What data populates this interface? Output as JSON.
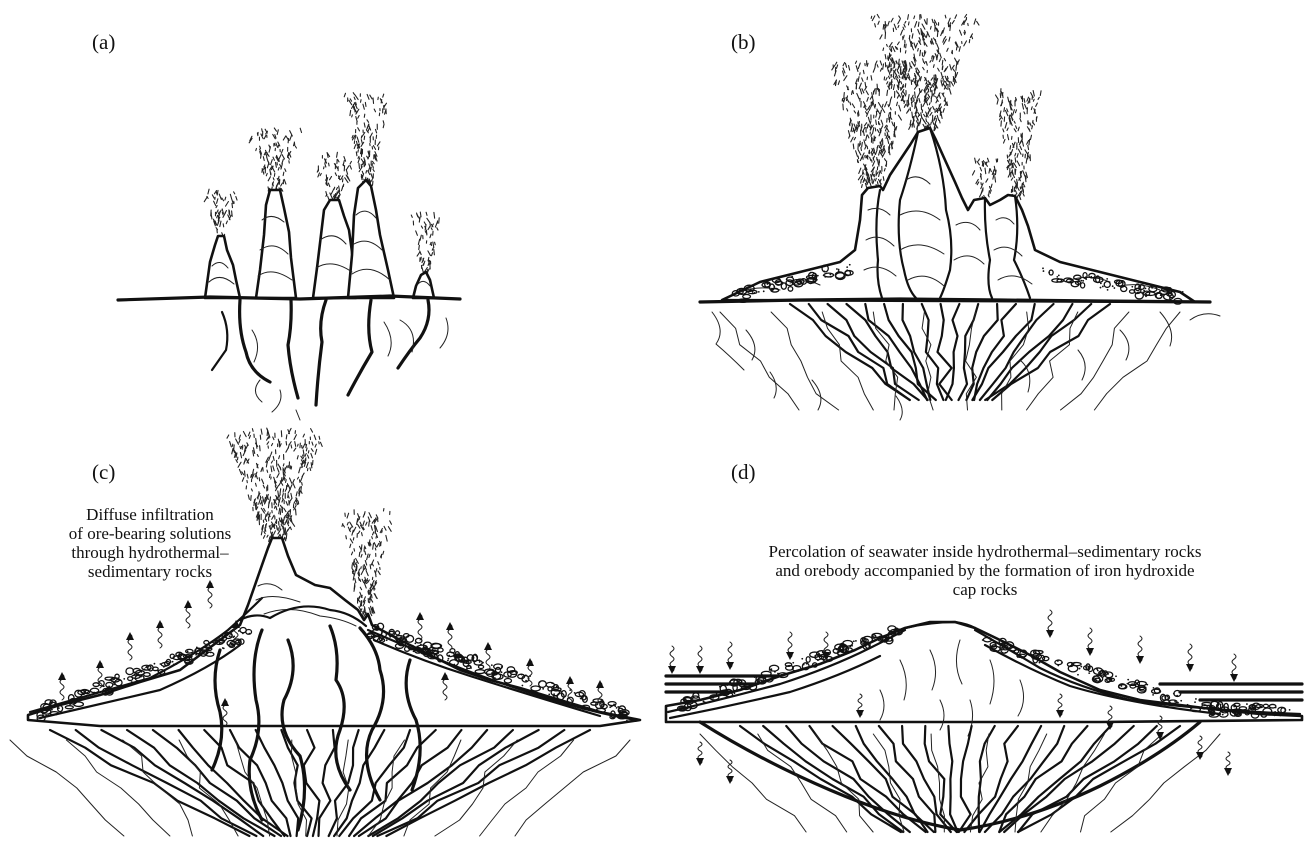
{
  "panels": {
    "a": {
      "label": "(a)"
    },
    "b": {
      "label": "(b)"
    },
    "c": {
      "label": "(c)",
      "caption": [
        "Diffuse infiltration",
        "of ore-bearing solutions",
        "through hydrothermal–",
        "sedimentary rocks"
      ]
    },
    "d": {
      "label": "(d)",
      "caption": [
        "Percolation of seawater inside hydrothermal–sedimentary rocks",
        "and orebody accompanied by the formation of iron hydroxide",
        "cap rocks"
      ]
    }
  }
}
